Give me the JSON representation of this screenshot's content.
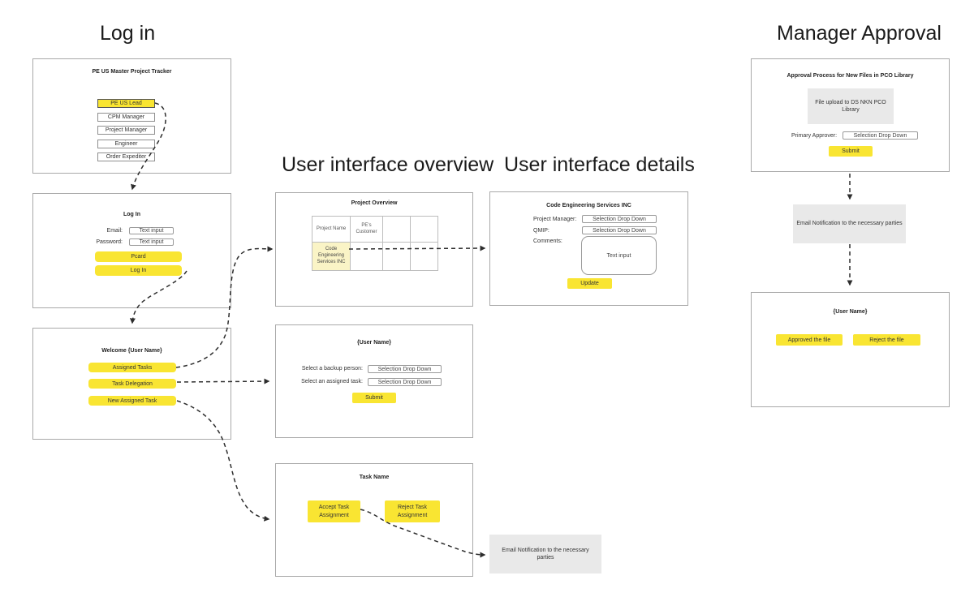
{
  "colors": {
    "accent_yellow": "#F9E532",
    "highlight_yellow": "#FAF4C6",
    "gray_box": "#E9E9E9"
  },
  "headings": {
    "login": "Log in",
    "ui_overview": "User interface overview",
    "ui_details": "User interface details",
    "manager_approval": "Manager Approval"
  },
  "login_flow": {
    "tracker": {
      "title": "PE US Master Project Tracker",
      "roles": [
        "PE US Lead",
        "CPM Manager",
        "Project Manager",
        "Engineer",
        "Order Expediter"
      ]
    },
    "login_form": {
      "title": "Log In",
      "email_label": "Email:",
      "password_label": "Password:",
      "text_input": "Text input",
      "pcard_button": "Pcard",
      "login_button": "Log In"
    },
    "welcome": {
      "title": "Welcome {User Name}",
      "buttons": [
        "Assigned Tasks",
        "Task Delegation",
        "New Assigned Task"
      ]
    }
  },
  "overview_flow": {
    "project_overview": {
      "title": "Project Overview",
      "table": {
        "headers": [
          "Project Name",
          "PE's Customer",
          "",
          ""
        ],
        "rows": [
          [
            "Code Engineering Services INC",
            "",
            "",
            ""
          ]
        ]
      }
    },
    "user_name_box": {
      "title": "{User Name}",
      "backup_label": "Select a backup person:",
      "task_label": "Select an assigned task:",
      "dropdown": "Selection Drop Down",
      "submit_button": "Submit"
    },
    "task_box": {
      "title": "Task Name",
      "accept_button": "Accept Task Assignment",
      "reject_button": "Reject Task Assignment"
    },
    "email_notification": "Email Notification to the necessary parties"
  },
  "details_flow": {
    "company_box": {
      "title": "Code Engineering Services INC",
      "pm_label": "Project Manager:",
      "qmip_label": "QMIP:",
      "comments_label": "Comments:",
      "dropdown": "Selection Drop Down",
      "text_input": "Text input",
      "update_button": "Update"
    }
  },
  "approval_flow": {
    "approval_box": {
      "title": "Approval Process for New Files in PCO Library",
      "file_upload": "File upload to DS NKN PCO Library",
      "approver_label": "Primary Approver:",
      "dropdown": "Selection Drop Down",
      "submit_button": "Submit"
    },
    "email_notification": "Email Notification to the necessary parties",
    "decision_box": {
      "title": "{User Name}",
      "approve_button": "Approved the file",
      "reject_button": "Reject the file"
    }
  }
}
